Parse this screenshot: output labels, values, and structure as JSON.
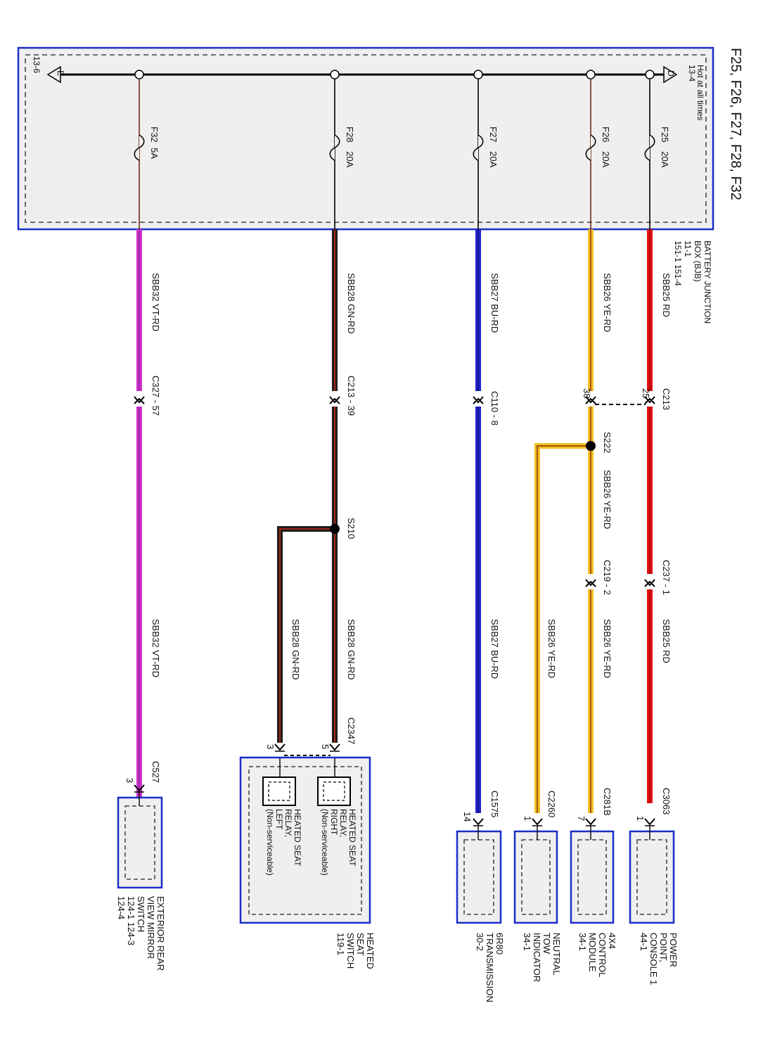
{
  "title": "F25, F26, F27, F28, F32",
  "colors": {
    "box_fill": "#efefef",
    "box_border": "#1a2ec8",
    "bus": "#000000",
    "RD": "#e01010",
    "YE": "#f0c020",
    "BU": "#2222cc",
    "GN": "#1c1c1c",
    "VT": "#cc33cc",
    "BN": "#6a2e16"
  },
  "bjb": {
    "name_lines": [
      "BATTERY JUNCTION",
      "BOX (BJB)",
      "11-1",
      "151-1 151-4"
    ],
    "hot_lines": [
      "Hot at all times",
      "13-4"
    ],
    "left_ref": "13-6",
    "bus_letter_right": "D",
    "bus_letter_left": "E"
  },
  "fuses": [
    {
      "name": "F25",
      "rating": "20A"
    },
    {
      "name": "F26",
      "rating": "20A"
    },
    {
      "name": "F27",
      "rating": "20A"
    },
    {
      "name": "F28",
      "rating": "20A"
    },
    {
      "name": "F32",
      "rating": "5A"
    }
  ],
  "wires": {
    "c25_upper": "SBB25 RD",
    "c25_lower": "SBB25 RD",
    "c26_upper": "SBB26 YE-RD",
    "c26_mid": "SBB26 YE-RD",
    "c26_lower": "SBB26 YE-RD",
    "c26_branch": "SBB26 YE-RD",
    "c27_upper": "SBB27 BU-RD",
    "c27_lower": "SBB27 BU-RD",
    "c28_upper": "SBB28 GN-RD",
    "c28_lower": "SBB28 GN-RD",
    "c28_branch": "SBB28 GN-RD",
    "c32_upper": "SBB32 VT-RD",
    "c32_lower": "SBB32 VT-RD"
  },
  "connectors": {
    "c213": "C213",
    "c213_pin25": "25",
    "c213_pin38": "38",
    "c110": "C110 - 8",
    "c213_39": "C213 - 39",
    "c327": "C327 - 57",
    "c237": "C237 - 1",
    "c219": "C219 - 2",
    "c2347": "C2347",
    "c2347_pin5": "5",
    "c2347_pin3": "3",
    "c3063": "C3063",
    "c3063_pin": "1",
    "c281b": "C281B",
    "c281b_pin": "7",
    "c2260": "C2260",
    "c2260_pin": "1",
    "c1575": "C1575",
    "c1575_pin": "14",
    "c527": "C527",
    "c527_pin": "3"
  },
  "splices": {
    "s222": "S222",
    "s210": "S210"
  },
  "components": {
    "power_point": [
      "POWER",
      "POINT,",
      "CONSOLE 1",
      "44-1"
    ],
    "control_4x4": [
      "4X4",
      "CONTROL",
      "MODULE",
      "34-1"
    ],
    "neutral_tow": [
      "NEUTRAL",
      "TOW",
      "INDICATOR",
      "34-1"
    ],
    "transmission": [
      "6R80",
      "TRANSMISSION",
      "30-2"
    ],
    "heated_seat_switch": [
      "HEATED",
      "SEAT",
      "SWITCH",
      "119-1"
    ],
    "relay_right": [
      "HEATED SEAT",
      "RELAY,",
      "RIGHT",
      "(Non-serviceable)"
    ],
    "relay_left": [
      "HEATED SEAT",
      "RELAY,",
      "LEFT",
      "(Non-serviceable)"
    ],
    "mirror_switch": [
      "EXTERIOR REAR",
      "VIEW MIRROR",
      "SWITCH",
      "124-1 124-3",
      "124-4"
    ]
  }
}
